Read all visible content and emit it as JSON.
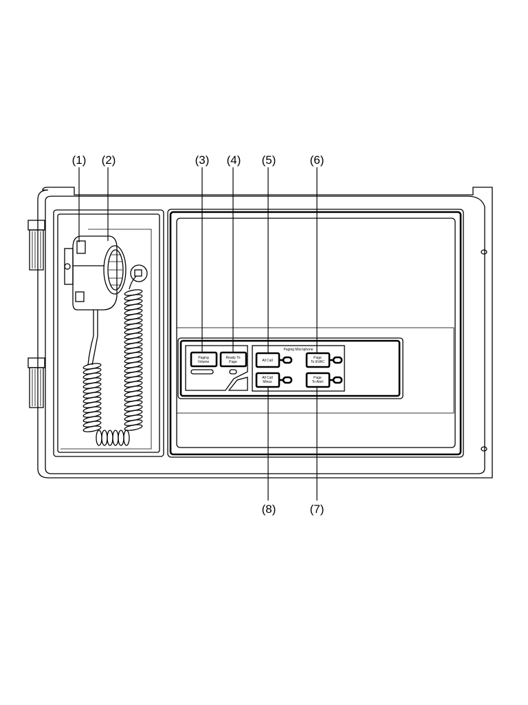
{
  "callouts": {
    "c1": "(1)",
    "c2": "(2)",
    "c3": "(3)",
    "c4": "(4)",
    "c5": "(5)",
    "c6": "(6)",
    "c7": "(7)",
    "c8": "(8)"
  },
  "panel": {
    "group_label": "Paging Microphone",
    "buttons": {
      "paging_volume": [
        "Paging",
        "Volume"
      ],
      "ready_to_page": [
        "Ready To",
        "Page"
      ],
      "all_call": [
        "All Call"
      ],
      "page_to_evac": [
        "Page",
        "To EVAC"
      ],
      "all_call_minus": [
        "All Call",
        "Minus"
      ],
      "page_to_alert": [
        "Page",
        "To Alert"
      ]
    }
  }
}
